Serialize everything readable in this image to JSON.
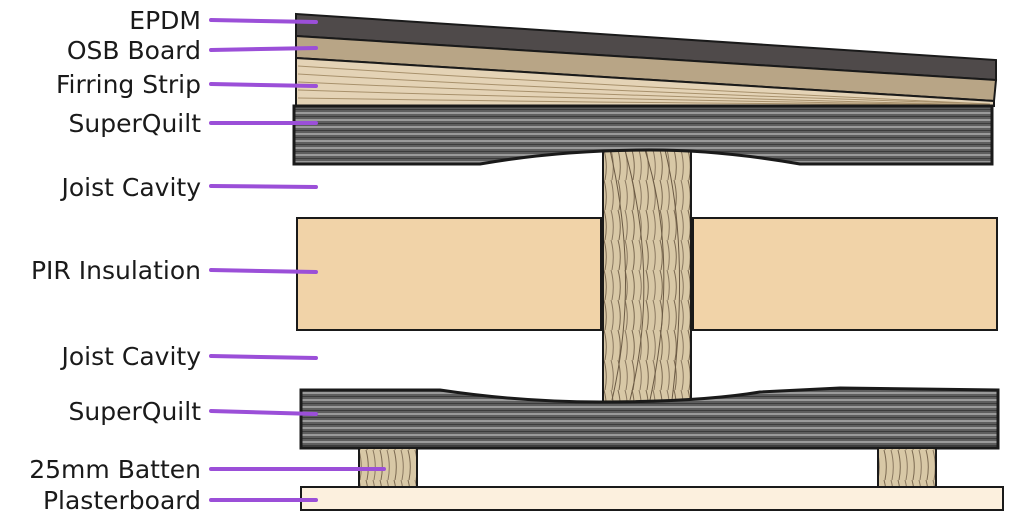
{
  "labels": {
    "epdm": "EPDM",
    "osb_board": "OSB Board",
    "firring_strip": "Firring Strip",
    "superquilt_top": "SuperQuilt",
    "joist_cavity_top": "Joist Cavity",
    "pir_insulation": "PIR Insulation",
    "joist_cavity_bottom": "Joist Cavity",
    "superquilt_bottom": "SuperQuilt",
    "batten": "25mm Batten",
    "plasterboard": "Plasterboard"
  },
  "colors": {
    "leader_line": "#9b4fd8",
    "epdm": "#4f4a4a",
    "osb": "#b8a586",
    "firring": "#e4d3b6",
    "superquilt": "#5e5e5e",
    "superquilt_stripe": "#9a9a9a",
    "timber": "#d8c8a6",
    "timber_grain": "#6b5a44",
    "pir": "#f1d3a8",
    "plasterboard": "#fcf0de",
    "outline": "#1a1a1a"
  }
}
